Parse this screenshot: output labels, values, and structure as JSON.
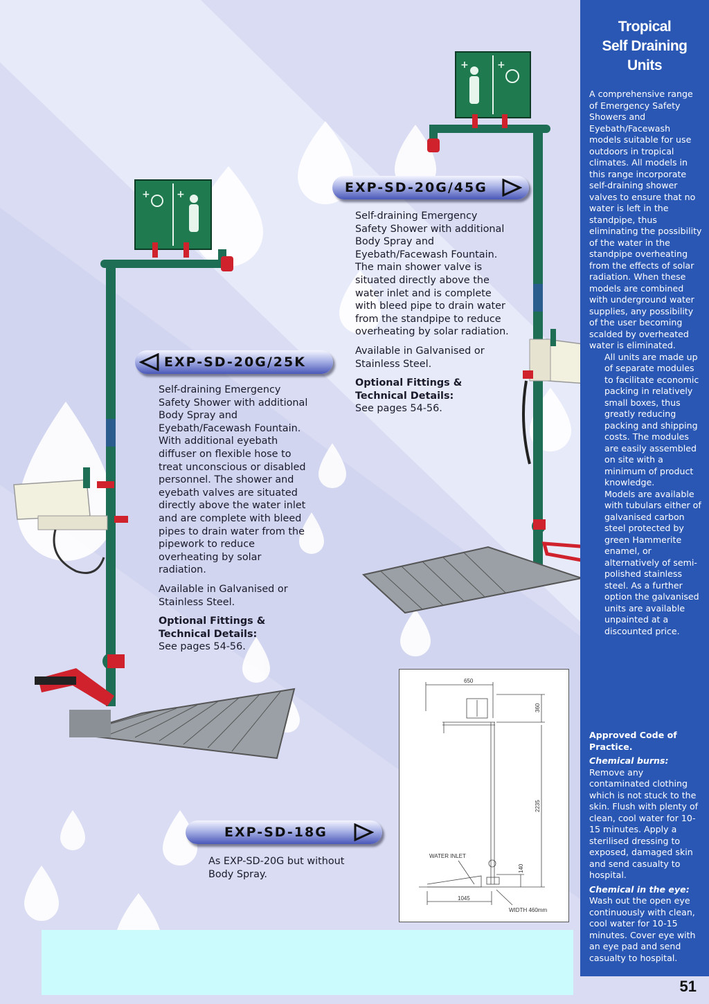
{
  "colors": {
    "sidebar_bg": "#2a57b3",
    "page_bg": "#d9dcf2",
    "footer_box": "#ccfbfd",
    "pipe_green": "#1e6e55",
    "valve_red": "#d0222c"
  },
  "sidebar": {
    "title_lines": [
      "Tropical",
      "Self Draining",
      "Units"
    ],
    "intro": [
      "A comprehensive range of Emergency Safety Showers and Eyebath/Facewash models suitable for use outdoors in tropical climates. All models in this range incorporate self-draining shower valves to ensure that no water is left in the standpipe, thus eliminating the possibility of the water in the standpipe overheating from the effects of solar radiation. When these models are combined with underground water supplies, any possibility of the user becoming scalded by overheated water is eliminated.",
      "All units are made up of separate modules to facilitate economic packing in relatively small boxes, thus greatly reducing packing and shipping costs. The modules are easily assembled on site with a minimum of product knowledge.",
      "Models are available with tubulars either of galvanised carbon steel protected by green Hammerite enamel, or alternatively of semi-polished stainless steel. As a further option the galvanised units are available unpainted at a discounted price."
    ],
    "code_heading": "Approved Code of Practice.",
    "chemical_burns_heading": "Chemical burns:",
    "chemical_burns_text": "Remove any contaminated clothing which is not stuck to the skin. Flush with plenty of clean, cool water for 10-15 minutes. Apply a sterilised dressing to exposed, damaged skin and send casualty to hospital.",
    "chemical_eye_heading": "Chemical in the eye:",
    "chemical_eye_text": "Wash out the open eye continuously with clean, cool water for 10-15 minutes. Cover eye with an eye pad and send casualty to hospital."
  },
  "products": {
    "p45": {
      "model": "EXP-SD-20G/45G",
      "description": "Self-draining Emergency Safety Shower with additional Body Spray and Eyebath/Facewash Fountain. The main shower valve is situated directly above the water inlet and is complete with bleed pipe to drain water from the standpipe to reduce overheating by solar radiation.",
      "availability": "Available in Galvanised or Stainless Steel.",
      "fittings_heading": "Optional Fittings & Technical Details:",
      "fittings_ref": "See pages 54-56."
    },
    "p25": {
      "model": "EXP-SD-20G/25K",
      "description": "Self-draining Emergency Safety Shower with additional Body Spray and Eyebath/Facewash Fountain. With additional eyebath diffuser on flexible hose to treat unconscious or disabled personnel. The shower and eyebath valves are situated directly above the water inlet and are complete with bleed pipes to drain water from the pipework to reduce overheating by solar radiation.",
      "availability": "Available in Galvanised or Stainless Steel.",
      "fittings_heading": "Optional Fittings & Technical Details:",
      "fittings_ref": "See pages 54-56."
    },
    "p18": {
      "model": "EXP-SD-18G",
      "description": "As EXP-SD-20G but without Body Spray."
    }
  },
  "diagram": {
    "dim_top": "650",
    "dim_sign": "360",
    "dim_height": "2235",
    "dim_inlet_height": "140",
    "dim_base": "1045",
    "label_inlet": "WATER INLET",
    "label_width": "WIDTH 460mm"
  },
  "page_number": "51"
}
